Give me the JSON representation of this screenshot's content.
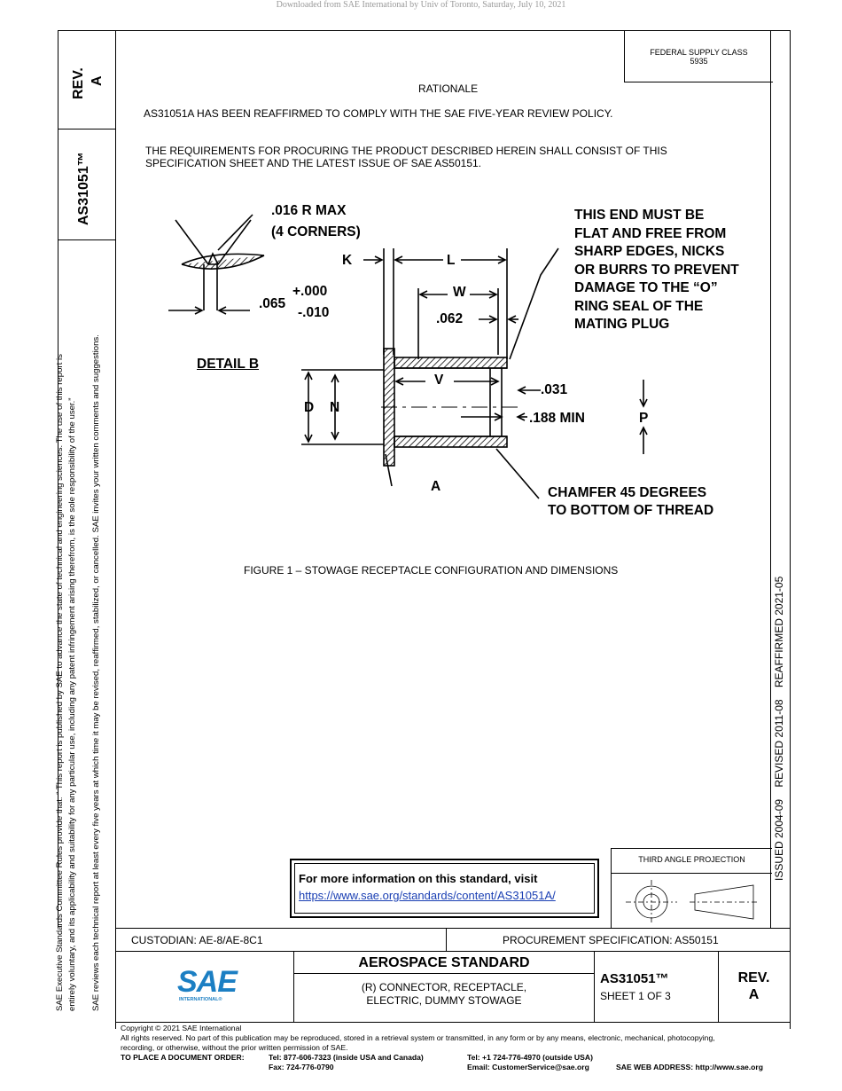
{
  "download_notice": "Downloaded from SAE International by Univ of Toronto, Saturday, July 10, 2021",
  "rev_box": {
    "label": "REV.",
    "value": "A"
  },
  "doc_number_side": "AS31051™",
  "side_disclaimer": {
    "line1": "SAE Executive Standards Committee Rules provide that: “  This report is published by SAE to advance the state of technical and engineering sciences. The use of this report is",
    "line2": "entirely voluntary, and its applicability and suitability for any particular use, including any patent infringement arising therefrom, is the sole responsibility of the user.”",
    "line3": "SAE reviews each technical report at least every five years at which time it may be revised, reaffirmed, stabilized, or cancelled. SAE invites your written comments and suggestions."
  },
  "federal_supply": {
    "label": "FEDERAL SUPPLY CLASS",
    "value": "5935"
  },
  "rationale": {
    "heading": "RATIONALE",
    "text": "AS31051A HAS BEEN REAFFIRMED TO COMPLY WITH THE SAE FIVE-YEAR REVIEW POLICY."
  },
  "requirements": {
    "line1": "THE REQUIREMENTS FOR PROCURING THE PRODUCT DESCRIBED HEREIN SHALL CONSIST OF THIS",
    "line2": "SPECIFICATION SHEET AND THE LATEST ISSUE OF SAE AS50151."
  },
  "drawing": {
    "radius": ".016 R MAX",
    "corners": "(4 CORNERS)",
    "dim_065": ".065",
    "tol_plus": "+.000",
    "tol_minus": "-.010",
    "detail": "DETAIL B",
    "k": "K",
    "l": "L",
    "w": "W",
    "d062": ".062",
    "v": "V",
    "d": "D",
    "n": "N",
    "d031": ".031",
    "d188": ".188 MIN",
    "p": "P",
    "a": "A",
    "note1": [
      "THIS END MUST BE",
      "FLAT AND FREE FROM",
      "SHARP EDGES, NICKS",
      "OR BURRS TO PREVENT",
      "DAMAGE TO THE “O”",
      "RING SEAL OF THE",
      "MATING PLUG"
    ],
    "note2": [
      "CHAMFER 45 DEGREES",
      "TO BOTTOM OF THREAD"
    ]
  },
  "figure_caption": "FIGURE 1 – STOWAGE RECEPTACLE CONFIGURATION AND DIMENSIONS",
  "issue_history": "ISSUED 2004-09    REVISED 2011-08    REAFFIRMED 2021-05",
  "info_box": {
    "text": "For more information on this standard, visit",
    "link": "https://www.sae.org/standards/content/AS31051A/"
  },
  "projection": {
    "label": "THIRD ANGLE PROJECTION"
  },
  "title_block": {
    "custodian": "CUSTODIAN: AE-8/AE-8C1",
    "procurement": "PROCUREMENT SPECIFICATION: AS50151",
    "standard": "AEROSPACE STANDARD",
    "title1": "(R) CONNECTOR, RECEPTACLE,",
    "title2": "ELECTRIC, DUMMY STOWAGE",
    "doc_number": "AS31051™",
    "sheet": "SHEET 1 OF 3",
    "rev_label": "REV.",
    "rev_value": "A",
    "logo_text": "SAE",
    "logo_sub": "INTERNATIONAL®"
  },
  "footer": {
    "copyright": "Copyright © 2021 SAE International",
    "rights1": "All rights reserved. No part of this publication may be reproduced, stored in a retrieval system or transmitted, in any form or by any means, electronic, mechanical, photocopying,",
    "rights2": "recording, or otherwise, without the prior written permission of SAE.",
    "order_label": "TO PLACE A DOCUMENT ORDER:",
    "tel_us": "Tel: 877-606-7323 (inside USA and Canada)",
    "fax": "Fax: 724-776-0790",
    "tel_intl": "Tel: +1 724-776-4970 (outside USA)",
    "email": "Email: CustomerService@sae.org",
    "web": "SAE WEB ADDRESS: http://www.sae.org"
  },
  "colors": {
    "link": "#1a3fb3",
    "logo": "#1c7fc3",
    "header_gray": "#9a9a9a"
  }
}
